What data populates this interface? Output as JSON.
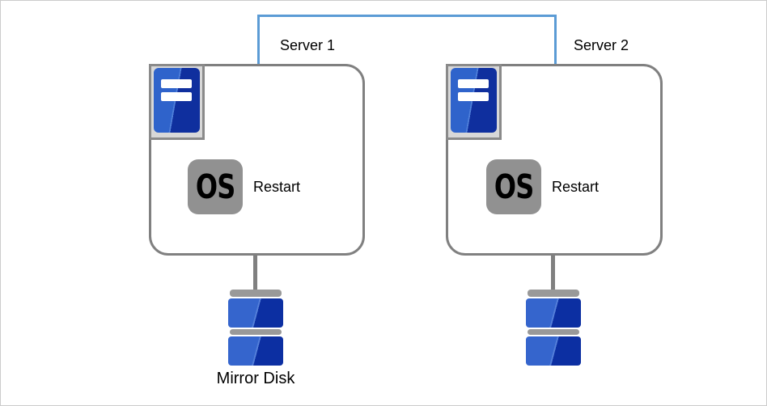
{
  "diagram": {
    "type": "cluster-architecture-diagram",
    "interconnect": {
      "description": "heartbeat link between servers",
      "color": "#5b9bd5"
    },
    "servers": [
      {
        "label": "Server 1",
        "os_badge": "OS",
        "action_label": "Restart"
      },
      {
        "label": "Server 2",
        "os_badge": "OS",
        "action_label": "Restart"
      }
    ],
    "disks": [
      {
        "label": "Mirror Disk"
      },
      {
        "label": ""
      }
    ],
    "icons": {
      "server": "server-tower-icon",
      "os": "os-badge-icon",
      "disk": "mirror-disk-icon"
    },
    "colors": {
      "link_blue": "#5b9bd5",
      "box_border_gray": "#808080",
      "icon_frame_gray": "#8a8a8a",
      "icon_frame_fill": "#d8d8d8",
      "blue_light": "#2f63cb",
      "blue_dark": "#0f2f9e",
      "badge_gray": "#919191",
      "disk_cap_gray": "#999999",
      "text": "#000000",
      "canvas_border": "#cccccc"
    }
  }
}
